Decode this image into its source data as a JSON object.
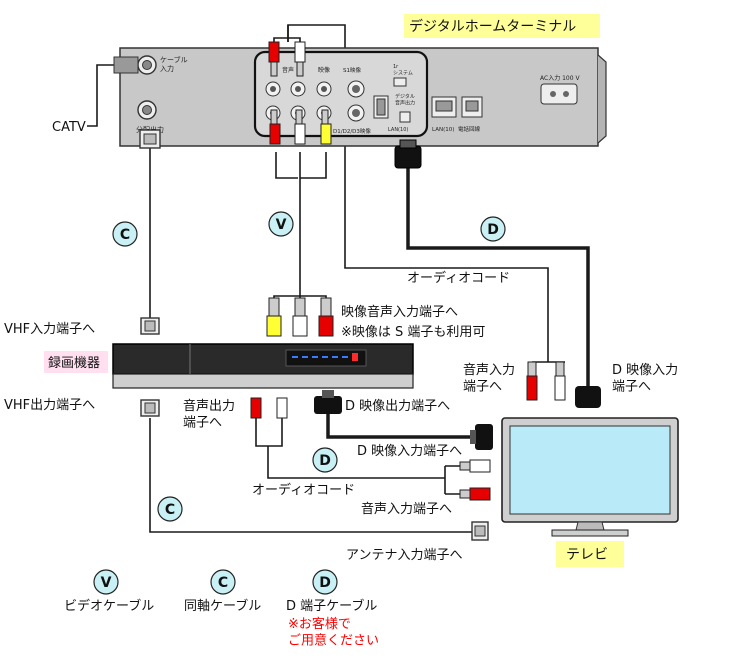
{
  "colors": {
    "yellow_highlight": "#ffff99",
    "pink_highlight": "#ffdff0",
    "badge_fill": "#c8f0f5",
    "note_red": "#ff0000",
    "plug_red": "#e60000",
    "plug_yellow": "#ffff33",
    "tv_screen": "#b8ebf7",
    "device_gray": "#c8c8c8",
    "recorder_black": "#2a2a2a"
  },
  "devices": {
    "terminal_name": "デジタルホームターミナル",
    "recorder_name": "録画機器",
    "tv_name": "テレビ"
  },
  "terminal_panel": {
    "cable_in": "ケーブル\n入力",
    "tuner_out": "分配出力",
    "audio": "音声",
    "video": "映像",
    "s_video": "S1映像",
    "d_video": "D1/D2/D3映像",
    "system": "1r\nシステム",
    "digital_audio": "デジタル\n音声出力",
    "lan": "LAN(10)",
    "phone": "電話回線",
    "ac": "AC入力 100 V"
  },
  "labels": {
    "catv": "CATV",
    "vhf_in": "VHF入力端子へ",
    "vhf_out": "VHF出力端子へ",
    "av_in_line1": "映像音声入力端子へ",
    "av_in_line2": "※映像は S 端子も利用可",
    "audio_out": "音声出力\n端子へ",
    "d_out": "D 映像出力端子へ",
    "d_in_tv": "D 映像入力端子へ",
    "audio_cord_top": "オーディオコード",
    "audio_cord_bottom": "オーディオコード",
    "audio_in_top": "音声入力\n端子へ",
    "d_in_top": "D 映像入力\n端子へ",
    "audio_in_bottom": "音声入力端子へ",
    "antenna_in": "アンテナ入力端子へ"
  },
  "badges": {
    "v": "V",
    "c": "C",
    "d": "D"
  },
  "legend": [
    {
      "badge": "V",
      "label": "ビデオケーブル"
    },
    {
      "badge": "C",
      "label": "同軸ケーブル"
    },
    {
      "badge": "D",
      "label": "D 端子ケーブル"
    }
  ],
  "note": "※お客様で\nご用意ください"
}
